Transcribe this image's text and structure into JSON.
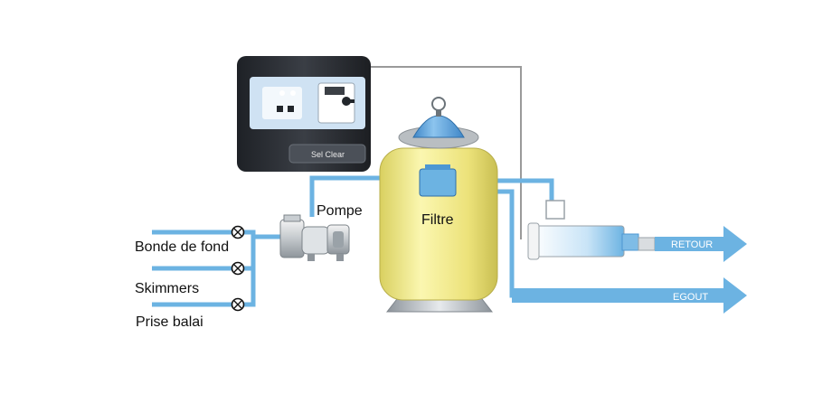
{
  "labels": {
    "pump": "Pompe",
    "filter": "Filtre",
    "main_drain": "Bonde de fond",
    "skimmers": "Skimmers",
    "vacuum_point": "Prise balai",
    "return": "RETOUR",
    "waste": "EGOUT"
  },
  "controller": {
    "brand": "Sel Clear"
  },
  "colors": {
    "pipe": "#6cb3e2",
    "filter_body": "#f2ec82",
    "controller_body": "#2a2d33",
    "controller_panel": "#cfe2f3",
    "cable": "#9a9a9a"
  }
}
